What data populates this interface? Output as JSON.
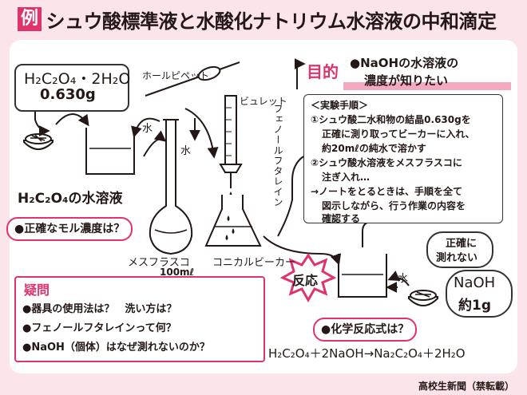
{
  "title": {
    "tag": "例",
    "text": "シュウ酸標準液と水酸化ナトリウム水溶液の中和滴定"
  },
  "formula_box": {
    "formula": "H₂C₂O₄・2H₂O",
    "mass": "0.630g"
  },
  "labels": {
    "hole_pipette": "ホールピペット",
    "burette": "ビュレット",
    "water": "水",
    "phenolphthalein": "フェノールフタレイン",
    "solution": "H₂C₂O₄の水溶液",
    "molar_question": "●正確なモル濃度は？",
    "volumetric_flask": "メスフラスコ",
    "volume": "100mℓ",
    "conical_beaker": "コニカルビーカー",
    "reaction": "反応",
    "equation_question": "●化学反応式は？",
    "equation": "H₂C₂O₄＋2NaOH→Na₂C₂O₄＋2H₂O"
  },
  "purpose": {
    "label": "目的",
    "line1": "●NaOHの水溶液の",
    "line2": "濃度が知りたい"
  },
  "procedure": {
    "title": "＜実験手順＞",
    "lines": [
      "①シュウ酸二水和物の結晶0.630gを",
      "正確に測り取ってビーカーに入れ、",
      "約20mℓの純水で溶かす",
      "②シュウ酸水溶液をメスフラスコに",
      "注ぎ入れ…",
      "→ノートをとるときは、手順を全て",
      "図示しながら、行う作業の内容を",
      "確認する"
    ]
  },
  "naoh": {
    "note_line1": "正確に",
    "note_line2": "測れない",
    "formula": "NaOH",
    "amount": "約1g"
  },
  "questions": {
    "title": "疑問",
    "items": [
      "●器具の使用法は？　洗い方は？",
      "●フェノールフタレインって何？",
      "●NaOH（個体）はなぜ測れないのか？"
    ]
  },
  "footer": "高校生新聞（禁転載）",
  "colors": {
    "accent": "#e0336b",
    "background": "#fbe5ea"
  }
}
